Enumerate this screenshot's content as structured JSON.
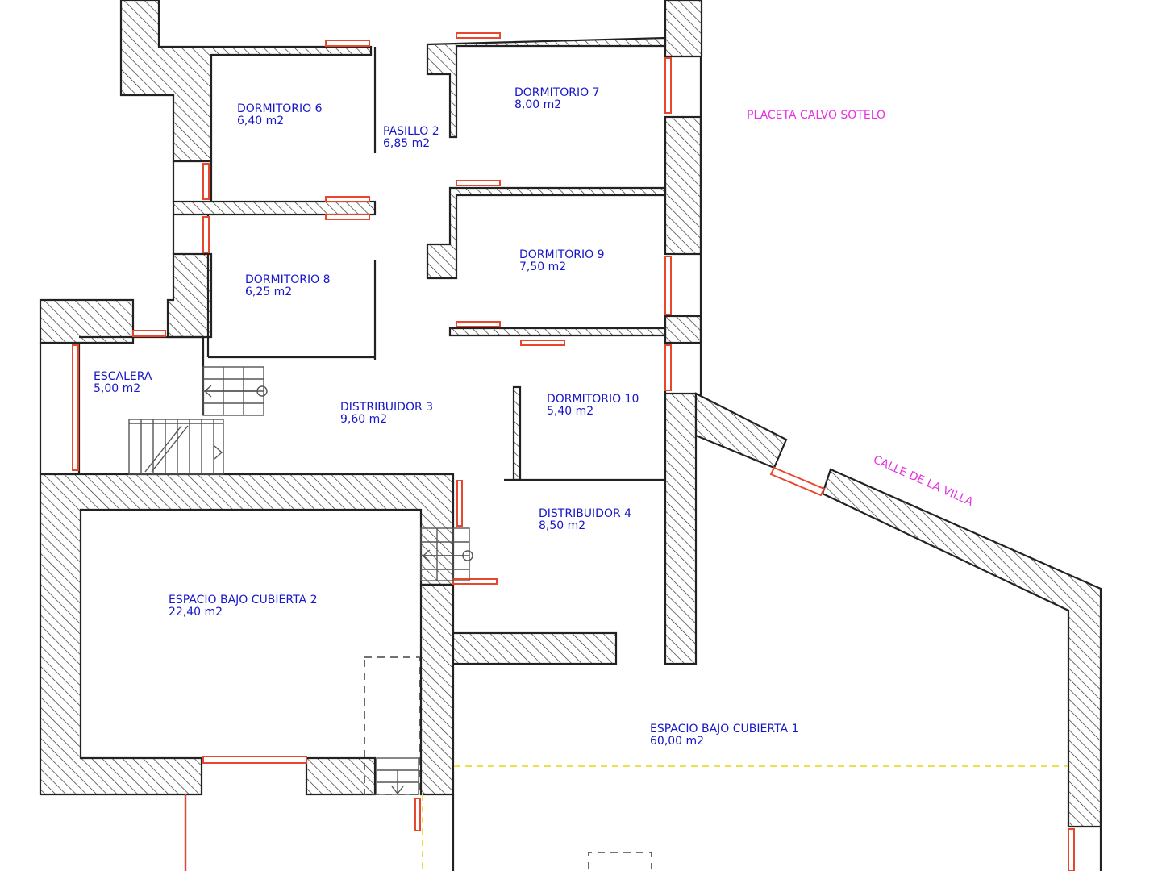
{
  "rooms": [
    {
      "name": "DORMITORIO 6",
      "area": "6,40 m2"
    },
    {
      "name": "PASILLO 2",
      "area": "6,85 m2"
    },
    {
      "name": "DORMITORIO 7",
      "area": "8,00 m2"
    },
    {
      "name": "DORMITORIO 8",
      "area": "6,25 m2"
    },
    {
      "name": "DORMITORIO 9",
      "area": "7,50 m2"
    },
    {
      "name": "ESCALERA",
      "area": "5,00 m2"
    },
    {
      "name": "DISTRIBUIDOR 3",
      "area": "9,60 m2"
    },
    {
      "name": "DORMITORIO 10",
      "area": "5,40 m2"
    },
    {
      "name": "DISTRIBUIDOR 4",
      "area": "8,50 m2"
    },
    {
      "name": "ESPACIO BAJO CUBIERTA 2",
      "area": "22,40 m2"
    },
    {
      "name": "ESPACIO BAJO CUBIERTA 1",
      "area": "60,00 m2"
    }
  ],
  "streets": [
    {
      "name": "PLACETA CALVO SOTELO"
    },
    {
      "name": "CALLE DE LA VILLA"
    }
  ],
  "colors": {
    "wall": "#222222",
    "room_label": "#1717c9",
    "street_label": "#e633e0",
    "window": "#e8472d",
    "roof_line": "#e9e24a"
  }
}
